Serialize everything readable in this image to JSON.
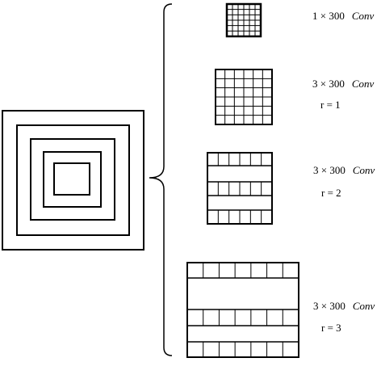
{
  "diagram": {
    "stroke_color": "#000000",
    "background": "#ffffff",
    "labels": [
      {
        "dims": "1 × 300",
        "op": "Conv",
        "rate": ""
      },
      {
        "dims": "3 × 300",
        "op": "Conv",
        "rate": "r = 1"
      },
      {
        "dims": "3 × 300",
        "op": "Conv",
        "rate": "r = 2"
      },
      {
        "dims": "3 × 300",
        "op": "Conv",
        "rate": "r = 3"
      }
    ]
  }
}
